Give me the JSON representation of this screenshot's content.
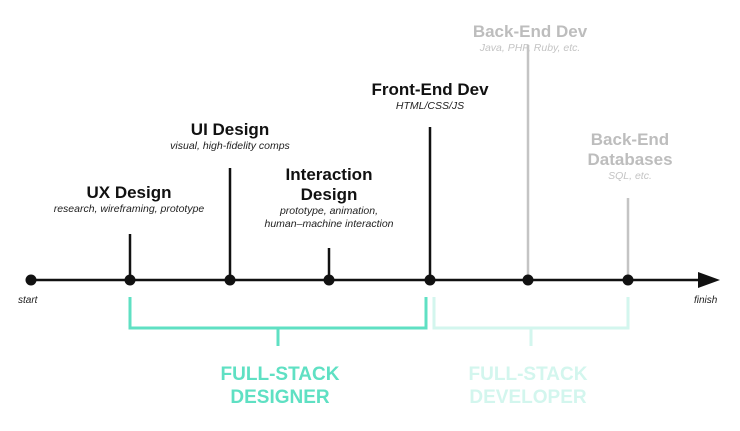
{
  "colors": {
    "axis": "#111111",
    "muted": "#c4c4c4",
    "designer": "#5fe0c3",
    "developer": "#d3f6ee"
  },
  "timeline": {
    "start_label": "start",
    "finish_label": "finish"
  },
  "stages": [
    {
      "id": "ux",
      "title_lines": [
        "UX Design"
      ],
      "subtitle_lines": [
        "research, wireframing, prototype"
      ],
      "muted": false
    },
    {
      "id": "ui",
      "title_lines": [
        "UI Design"
      ],
      "subtitle_lines": [
        "visual, high-fidelity comps"
      ],
      "muted": false
    },
    {
      "id": "interaction",
      "title_lines": [
        "Interaction",
        "Design"
      ],
      "subtitle_lines": [
        "prototype, animation,",
        "human–machine interaction"
      ],
      "muted": false
    },
    {
      "id": "frontend",
      "title_lines": [
        "Front-End Dev"
      ],
      "subtitle_lines": [
        "HTML/CSS/JS"
      ],
      "muted": false
    },
    {
      "id": "backend",
      "title_lines": [
        "Back-End Dev"
      ],
      "subtitle_lines": [
        "Java, PHP, Ruby, etc."
      ],
      "muted": true
    },
    {
      "id": "databases",
      "title_lines": [
        "Back-End",
        "Databases"
      ],
      "subtitle_lines": [
        "SQL, etc."
      ],
      "muted": true
    }
  ],
  "bands": [
    {
      "id": "designer",
      "label_lines": [
        "FULL-STACK",
        "DESIGNER"
      ]
    },
    {
      "id": "developer",
      "label_lines": [
        "FULL-STACK",
        "DEVELOPER"
      ]
    }
  ]
}
